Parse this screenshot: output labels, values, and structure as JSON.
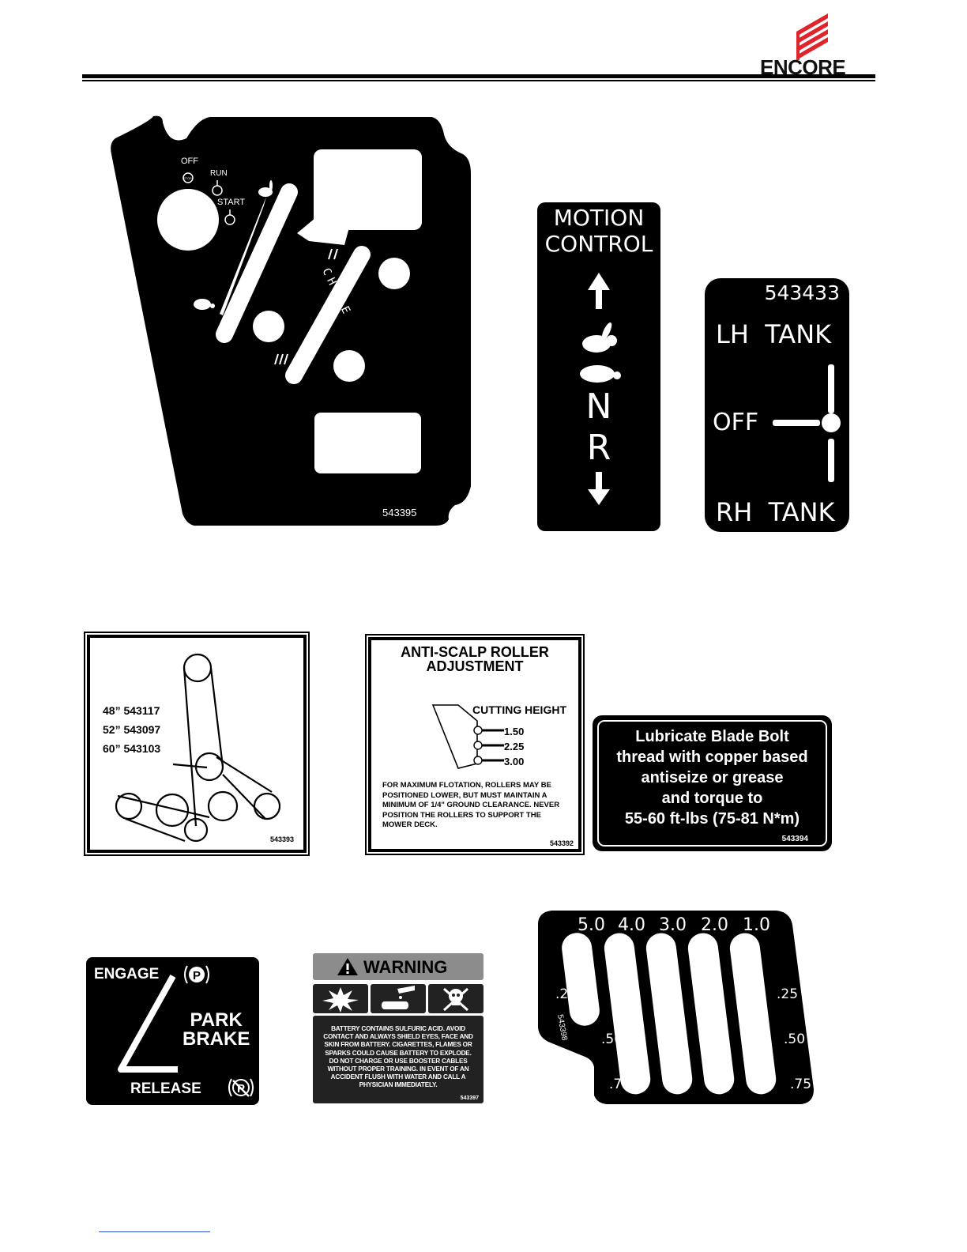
{
  "header": {
    "brand": "ENCORE"
  },
  "ignition_decal": {
    "part": "543395",
    "key_off": "OFF",
    "key_stop": "STOP",
    "key_run": "RUN",
    "key_start": "START",
    "choke": "CHOKE"
  },
  "motion_control": {
    "title_line1": "MOTION",
    "title_line2": "CONTROL",
    "neutral": "N",
    "reverse": "R"
  },
  "tank_decal": {
    "part": "543433",
    "lh": "LH  TANK",
    "off": "OFF",
    "rh": "RH  TANK"
  },
  "belt_decal": {
    "lines": [
      "48” 543117",
      "52” 543097",
      "60” 543103"
    ],
    "part": "543393"
  },
  "roller_decal": {
    "title_line1": "ANTI-SCALP ROLLER",
    "title_line2": "ADJUSTMENT",
    "cutting_height": "CUTTING HEIGHT",
    "heights": [
      "1.50",
      "2.25",
      "3.00"
    ],
    "note_lines": [
      "FOR MAXIMUM FLOTATION, ROLLERS MAY BE",
      "POSITIONED LOWER, BUT MUST MAINTAIN A",
      "MINIMUM OF 1/4\" GROUND CLEARANCE. NEVER",
      "POSITION THE ROLLERS TO SUPPORT THE",
      "MOWER DECK."
    ],
    "part": "543392"
  },
  "lube_decal": {
    "lines": [
      "Lubricate Blade Bolt",
      "thread with copper based",
      "antiseize or grease",
      "and torque to",
      "55-60 ft-lbs (75-81 N*m)"
    ],
    "part": "543394"
  },
  "park_brake_decal": {
    "engage": "ENGAGE",
    "park_line1": "PARK",
    "park_line2": "BRAKE",
    "release": "RELEASE",
    "p_symbol": "P"
  },
  "warning_decal": {
    "header": "WARNING",
    "text_lines": [
      "BATTERY CONTAINS SULFURIC ACID. AVOID",
      "CONTACT AND ALWAYS SHIELD EYES, FACE AND",
      "SKIN FROM BATTERY. CIGARETTES, FLAMES OR",
      "SPARKS COULD CAUSE BATTERY TO EXPLODE.",
      "DO NOT CHARGE OR USE BOOSTER CABLES",
      "WITHOUT PROPER TRAINING. IN EVENT OF AN",
      "ACCIDENT FLUSH WITH WATER AND CALL A",
      "PHYSICIAN IMMEDIATELY."
    ],
    "part": "543397",
    "colors": {
      "header_bg": "#8c8c8c",
      "body_bg": "#222222"
    }
  },
  "height_decal": {
    "top_labels": [
      "5.0",
      "4.0",
      "3.0",
      "2.0",
      "1.0"
    ],
    "left_labels": [
      ".25",
      ".50",
      ".75"
    ],
    "right_labels": [
      ".25",
      ".50",
      ".75"
    ],
    "part": "543398"
  }
}
